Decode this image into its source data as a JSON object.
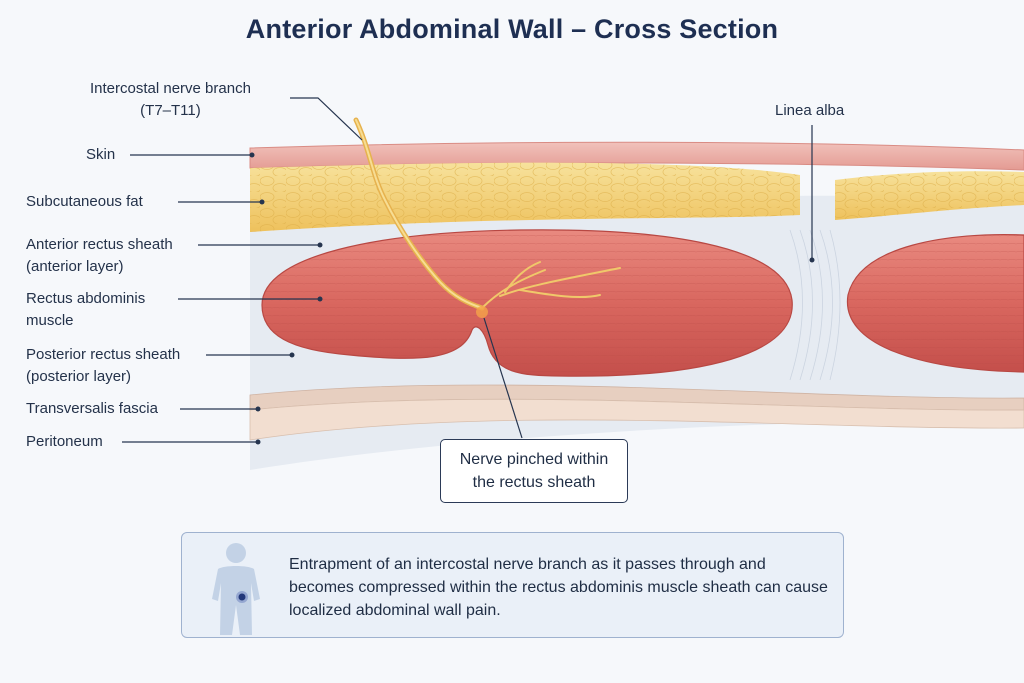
{
  "title": "Anterior Abdominal Wall – Cross Section",
  "labels": {
    "nerve_branch": {
      "line1": "Intercostal nerve branch",
      "line2": "(T7–T11)"
    },
    "linea_alba": "Linea alba",
    "skin": "Skin",
    "subcutaneous_fat": "Subcutaneous fat",
    "anterior_sheath": {
      "line1": "Anterior rectus sheath",
      "line2": "(anterior layer)"
    },
    "rectus_muscle": {
      "line1": "Rectus abdominis",
      "line2": "muscle"
    },
    "posterior_sheath": {
      "line1": "Posterior rectus sheath",
      "line2": "(posterior layer)"
    },
    "transversalis": "Transversalis fascia",
    "peritoneum": "Peritoneum"
  },
  "callout": {
    "line1": "Nerve pinched within",
    "line2": "the rectus sheath"
  },
  "info": {
    "text": "Entrapment of an intercostal nerve branch as it passes through and becomes compressed within the rectus abdominis muscle sheath can cause localized abdominal wall pain."
  },
  "colors": {
    "skin": "#e9a7a0",
    "fat": "#f3d27a",
    "muscle": "#d9675f",
    "sheath": "#e4e9f1",
    "nerve": "#f0c86a",
    "title": "#1e2f52"
  }
}
